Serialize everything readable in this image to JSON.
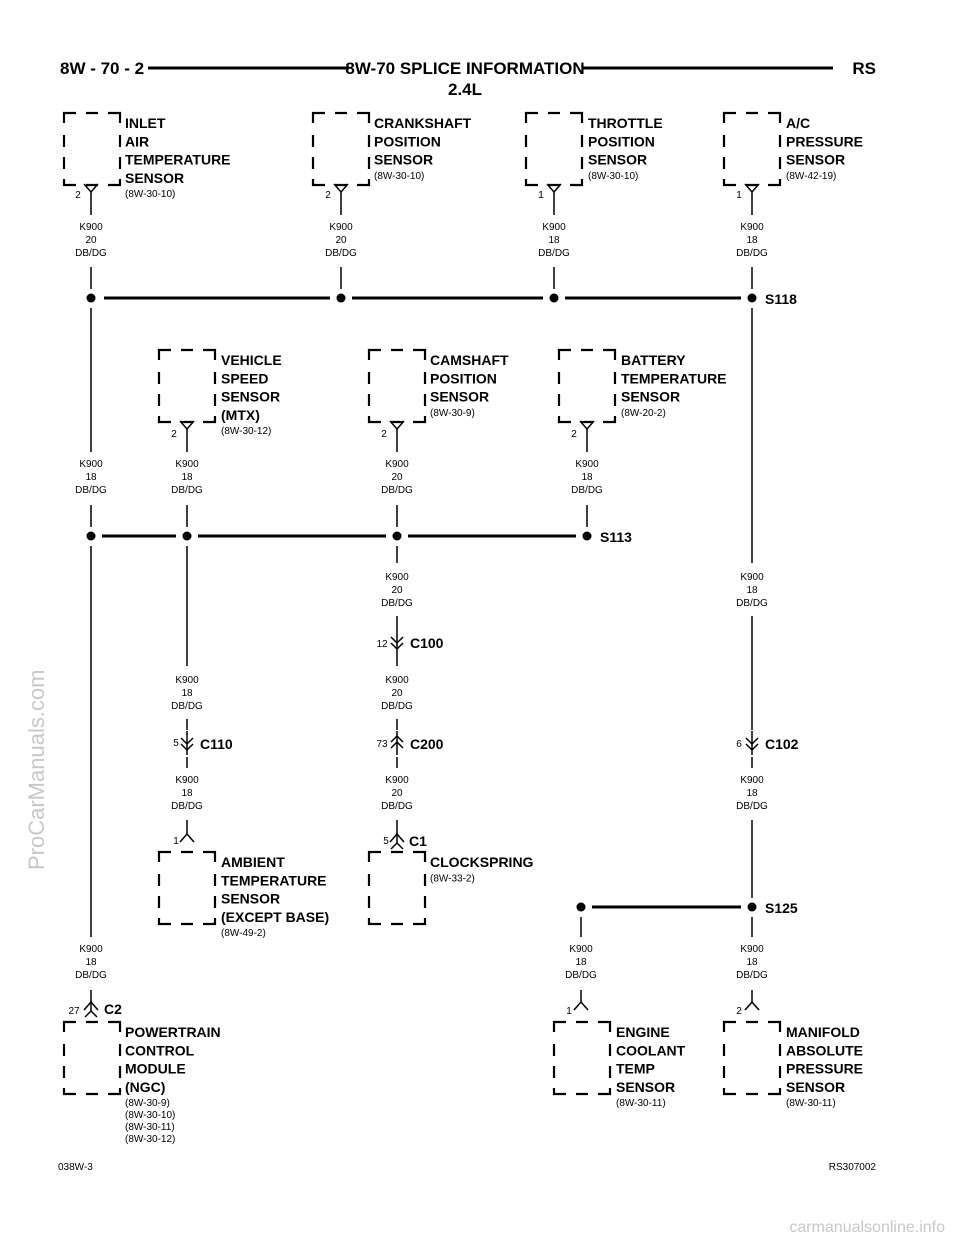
{
  "header": {
    "left": "8W - 70 - 2",
    "center": "8W-70 SPLICE INFORMATION",
    "right": "RS",
    "subtitle": "2.4L"
  },
  "footer": {
    "left": "038W-3",
    "right": "RS307002"
  },
  "watermarks": {
    "side": "ProCarManuals.com",
    "bottom": "carmanualsonline.info"
  },
  "components": [
    {
      "id": "inlet-air-temperature-sensor",
      "lines": [
        "INLET",
        "AIR",
        "TEMPERATURE",
        "SENSOR"
      ],
      "ref": "(8W-30-10)"
    },
    {
      "id": "crankshaft-position-sensor",
      "lines": [
        "CRANKSHAFT",
        "POSITION",
        "SENSOR"
      ],
      "ref": "(8W-30-10)"
    },
    {
      "id": "throttle-position-sensor",
      "lines": [
        "THROTTLE",
        "POSITION",
        "SENSOR"
      ],
      "ref": "(8W-30-10)"
    },
    {
      "id": "ac-pressure-sensor",
      "lines": [
        "A/C",
        "PRESSURE",
        "SENSOR"
      ],
      "ref": "(8W-42-19)"
    },
    {
      "id": "vehicle-speed-sensor",
      "lines": [
        "VEHICLE",
        "SPEED",
        "SENSOR",
        "(MTX)"
      ],
      "ref": "(8W-30-12)"
    },
    {
      "id": "camshaft-position-sensor",
      "lines": [
        "CAMSHAFT",
        "POSITION",
        "SENSOR"
      ],
      "ref": "(8W-30-9)"
    },
    {
      "id": "battery-temperature-sensor",
      "lines": [
        "BATTERY",
        "TEMPERATURE",
        "SENSOR"
      ],
      "ref": "(8W-20-2)"
    },
    {
      "id": "ambient-temperature-sensor",
      "lines": [
        "AMBIENT",
        "TEMPERATURE",
        "SENSOR",
        "(EXCEPT BASE)"
      ],
      "ref": "(8W-49-2)"
    },
    {
      "id": "clockspring",
      "lines": [
        "CLOCKSPRING"
      ],
      "ref": "(8W-33-2)"
    },
    {
      "id": "powertrain-control-module",
      "lines": [
        "POWERTRAIN",
        "CONTROL",
        "MODULE",
        "(NGC)"
      ],
      "ref": "(8W-30-9)\n(8W-30-10)\n(8W-30-11)\n(8W-30-12)"
    },
    {
      "id": "engine-coolant-temp-sensor",
      "lines": [
        "ENGINE",
        "COOLANT",
        "TEMP",
        "SENSOR"
      ],
      "ref": "(8W-30-11)"
    },
    {
      "id": "manifold-absolute-pressure-sensor",
      "lines": [
        "MANIFOLD",
        "ABSOLUTE",
        "PRESSURE",
        "SENSOR"
      ],
      "ref": "(8W-30-11)"
    }
  ],
  "wires": [
    {
      "circuit": "K900",
      "gauge": "20",
      "color": "DB/DG"
    },
    {
      "circuit": "K900",
      "gauge": "20",
      "color": "DB/DG"
    },
    {
      "circuit": "K900",
      "gauge": "18",
      "color": "DB/DG"
    },
    {
      "circuit": "K900",
      "gauge": "18",
      "color": "DB/DG"
    },
    {
      "circuit": "K900",
      "gauge": "18",
      "color": "DB/DG"
    },
    {
      "circuit": "K900",
      "gauge": "18",
      "color": "DB/DG"
    },
    {
      "circuit": "K900",
      "gauge": "20",
      "color": "DB/DG"
    },
    {
      "circuit": "K900",
      "gauge": "18",
      "color": "DB/DG"
    },
    {
      "circuit": "K900",
      "gauge": "20",
      "color": "DB/DG"
    },
    {
      "circuit": "K900",
      "gauge": "18",
      "color": "DB/DG"
    },
    {
      "circuit": "K900",
      "gauge": "18",
      "color": "DB/DG"
    },
    {
      "circuit": "K900",
      "gauge": "20",
      "color": "DB/DG"
    },
    {
      "circuit": "K900",
      "gauge": "18",
      "color": "DB/DG"
    },
    {
      "circuit": "K900",
      "gauge": "20",
      "color": "DB/DG"
    },
    {
      "circuit": "K900",
      "gauge": "18",
      "color": "DB/DG"
    },
    {
      "circuit": "K900",
      "gauge": "18",
      "color": "DB/DG"
    },
    {
      "circuit": "K900",
      "gauge": "18",
      "color": "DB/DG"
    },
    {
      "circuit": "K900",
      "gauge": "18",
      "color": "DB/DG"
    }
  ],
  "pins": [
    "2",
    "2",
    "1",
    "1",
    "2",
    "2",
    "2",
    "12",
    "5",
    "73",
    "6",
    "1",
    "5",
    "27",
    "1",
    "2"
  ],
  "connectors": [
    "C100",
    "C110",
    "C200",
    "C102",
    "C1",
    "C2"
  ],
  "splices": [
    "S118",
    "S113",
    "S125"
  ]
}
